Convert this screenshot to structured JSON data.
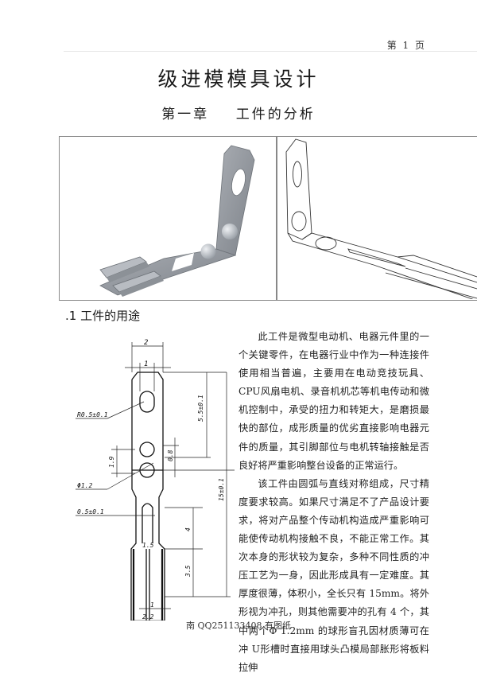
{
  "header": {
    "page_number": "第 1 页"
  },
  "document": {
    "title": "级进模模具设计",
    "chapter_title": "第一章    工件的分析"
  },
  "figure": {
    "left_panel": "3d-shaded-render",
    "right_panel": "3d-line-render"
  },
  "section": {
    "heading": ".1 工件的用途"
  },
  "drawing": {
    "dimensions": {
      "top_width": "2",
      "inner_width": "1",
      "upper_hole": "R0.5±0.1",
      "upper_length": "5.5±0.1",
      "gap": "0.8",
      "pitch": "1.9",
      "ball_dia": "Φ1.2",
      "total_length": "15±0.1",
      "slot_width": "0.5±0.1",
      "slot_length": "4",
      "neck": "1.5",
      "fork_length": "3.5",
      "fork_gap": "1",
      "bottom_width": "2.2"
    }
  },
  "body": {
    "paragraphs": [
      "此工件是微型电动机、电器元件里的一个关键零件，在电器行业中作为一种连接件使用相当普遍，主要用在电动竞技玩具、CPU风扇电机、录音机机芯等机电传动和微机控制中，承受的扭力和转矩大，是磨损最快的部位，成形质量的优劣直接影响电器元件的质量，其引脚部位与电机转轴接触是否良好将严重影响整台设备的正常运行。",
      "该工件由圆弧与直线对称组成，尺寸精度要求较高。如果尺寸满足不了产品设计要求，将对产品整个传动机构造成严重影响可能使传动机构接触不良，不能正常工作。其次本身的形状较为复杂，多种不同性质的冲压工艺为一身，因此形成具有一定难度。其厚度很薄，体积小，全长只有 15mm。将外形视为冲孔，则其他需要冲的孔有 4 个，其中两个Φ 1.2mm 的球形盲孔因材质薄可在冲 U形槽时直接用球头凸模局部胀形将板料拉伸"
    ]
  },
  "footer": {
    "text": "南 QQ251133408 有图纸"
  }
}
